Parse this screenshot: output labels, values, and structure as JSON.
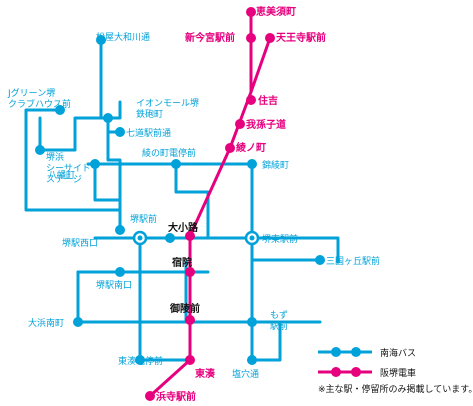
{
  "colors": {
    "bus": "#00a2d9",
    "tram": "#e6007e",
    "text": "#111111"
  },
  "legend": {
    "bus": "南海バス",
    "tram": "阪堺電車",
    "note": "※主な駅・停留所のみ掲載しています。"
  },
  "stations": {
    "ebisucho": "恵美須町",
    "shin_imamiya": "新今宮駅前",
    "tennoji": "天王寺駅前",
    "sumiyoshi": "住吉",
    "abikomichi": "我孫子道",
    "ayanocho": "綾ノ町",
    "shukuin": "宿院",
    "oshoji": "大小路",
    "goryomae": "御陵前",
    "higashiminato": "東湊",
    "hamaderaekimae": "浜寺駅前",
    "matsuya_owadagawa": "松屋大和川通",
    "j_green": "Jグリーン堺\nクラブハウス前",
    "aeon_mall": "イオンモール堺\n鉄砲町",
    "shichido": "七道駅前通",
    "sakai_seaside": "堺浜\nシーサイド\nステージ",
    "yahatacho": "八幡町",
    "ayanocho_densha": "綾の町電停前",
    "nishikiayacho": "錦綾町",
    "sakai_ekimae": "堺駅前",
    "sakai_higashi": "堺東駅前",
    "sakai_nishiguchi": "堺駅西口",
    "sakai_minamiguchi": "堺駅南口",
    "mikunigaoka": "三国ヶ丘駅前",
    "ohamaminamimachi": "大浜南町",
    "higashiminato_densha": "東湊電停前",
    "mozu": "もず\n駅前",
    "tsukaana": "塩穴通"
  }
}
